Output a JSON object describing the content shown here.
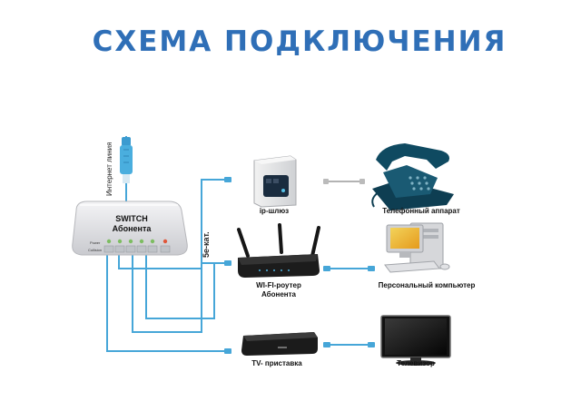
{
  "title": "СХЕМА ПОДКЛЮЧЕНИЯ",
  "switch": {
    "line1": "SWITCH",
    "line2": "Абонента",
    "row1": "Power",
    "row2": "Collision"
  },
  "labels": {
    "internet_line": "Интернет линия",
    "cable": "5е-кат.",
    "ip_gateway": "ip-шлюз",
    "phone": "Телефонный аппарат",
    "router_line1": "WI-FI-роутер",
    "router_line2": "Абонента",
    "pc": "Персональный компьютер",
    "tv_box": "TV- приставка",
    "tv": "Телевизор"
  },
  "colors": {
    "title": "#2f6fb7",
    "cable": "#46a6d8",
    "device_dark": "#1c1c1c",
    "switch_body": "#dcdde0"
  },
  "icons": [
    "ethernet-plug-icon",
    "switch-icon",
    "ip-gateway-icon",
    "phone-icon",
    "router-icon",
    "pc-icon",
    "tv-box-icon",
    "tv-icon"
  ]
}
